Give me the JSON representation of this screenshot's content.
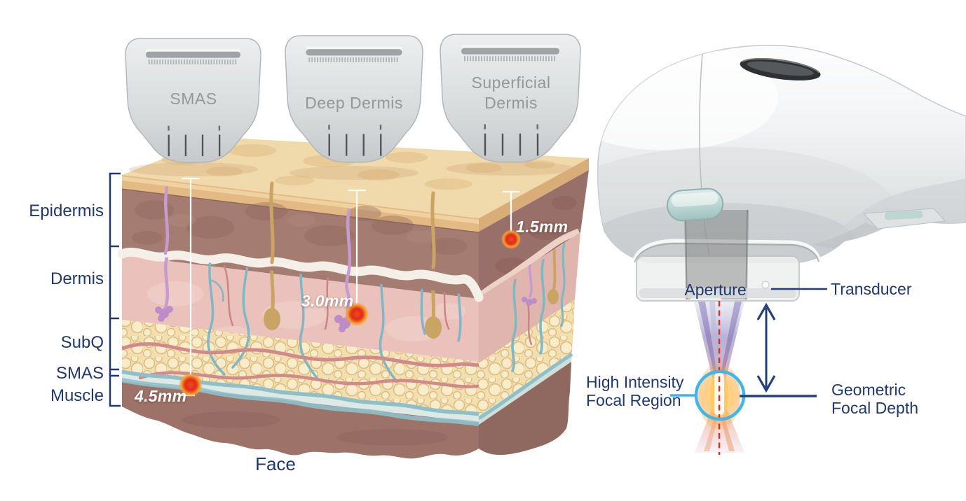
{
  "skin_section": {
    "cartridges": [
      {
        "label": "SMAS"
      },
      {
        "label": "Deep Dermis"
      },
      {
        "label": "Superficial Dermis"
      }
    ],
    "layers": [
      {
        "label": "Epidermis"
      },
      {
        "label": "Dermis"
      },
      {
        "label": "SubQ"
      },
      {
        "label": "SMAS"
      },
      {
        "label": "Muscle"
      }
    ],
    "depths": [
      {
        "value": "4.5mm"
      },
      {
        "value": "3.0mm"
      },
      {
        "value": "1.5mm"
      }
    ],
    "caption": "Face"
  },
  "device_section": {
    "aperture_label": "Aperture",
    "transducer_label": "Transducer",
    "focal_region_line1": "High Intensity",
    "focal_region_line2": "Focal Region",
    "focal_depth_line1": "Geometric",
    "focal_depth_line2": "Focal Depth"
  },
  "colors": {
    "label_navy": "#21386e",
    "cartridge_label_grey": "#95989a",
    "depth_text_white": "#ffffff",
    "focus_ring_cyan": "#41b6e9",
    "beam_axis_red": "#d43425",
    "marker_core_red": "#e02c17",
    "marker_ring_orange": "#f59f35"
  }
}
